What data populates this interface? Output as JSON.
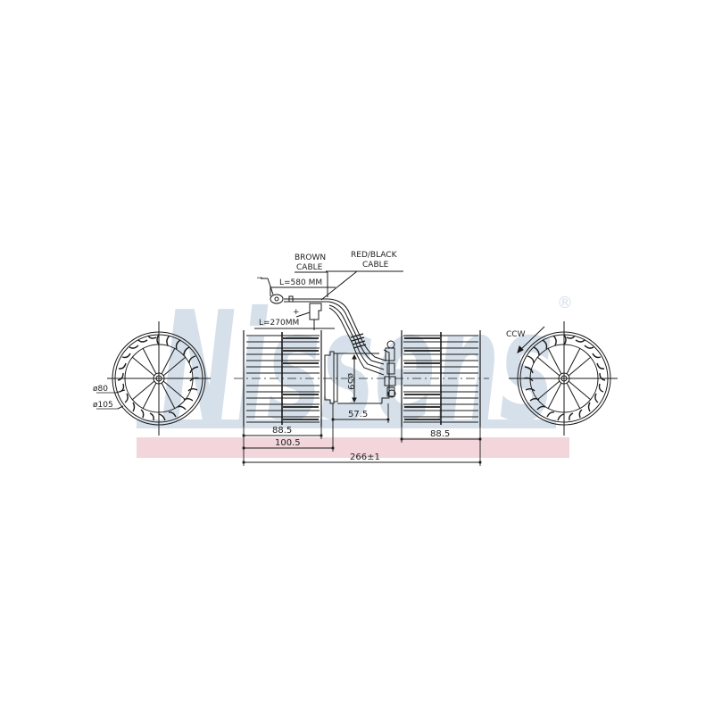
{
  "watermark": {
    "brand": "Nissens",
    "registered_mark": "®",
    "color": "#d6e0ea",
    "band_color": "#f2d6dc"
  },
  "cables": {
    "brown": {
      "label_line1": "BROWN",
      "label_line2": "CABLE",
      "length": "L=580  MM",
      "polarity": "−"
    },
    "red_black": {
      "label_line1": "RED/BLACK",
      "label_line2": "CABLE"
    },
    "plus_lead": {
      "length": "L=270MM",
      "polarity": "+"
    }
  },
  "left_wheel": {
    "inner_diameter": "ø80",
    "outer_diameter": "ø105"
  },
  "right_wheel": {
    "rotation": "CCW"
  },
  "motor": {
    "diameter": "ø59",
    "length": "57.5"
  },
  "dimensions": {
    "left_blower_width": "88.5",
    "left_blower_to_motor": "100.5",
    "right_blower_width": "88.5",
    "overall_length": "266±1"
  },
  "colors": {
    "line": "#1a1a1a"
  }
}
